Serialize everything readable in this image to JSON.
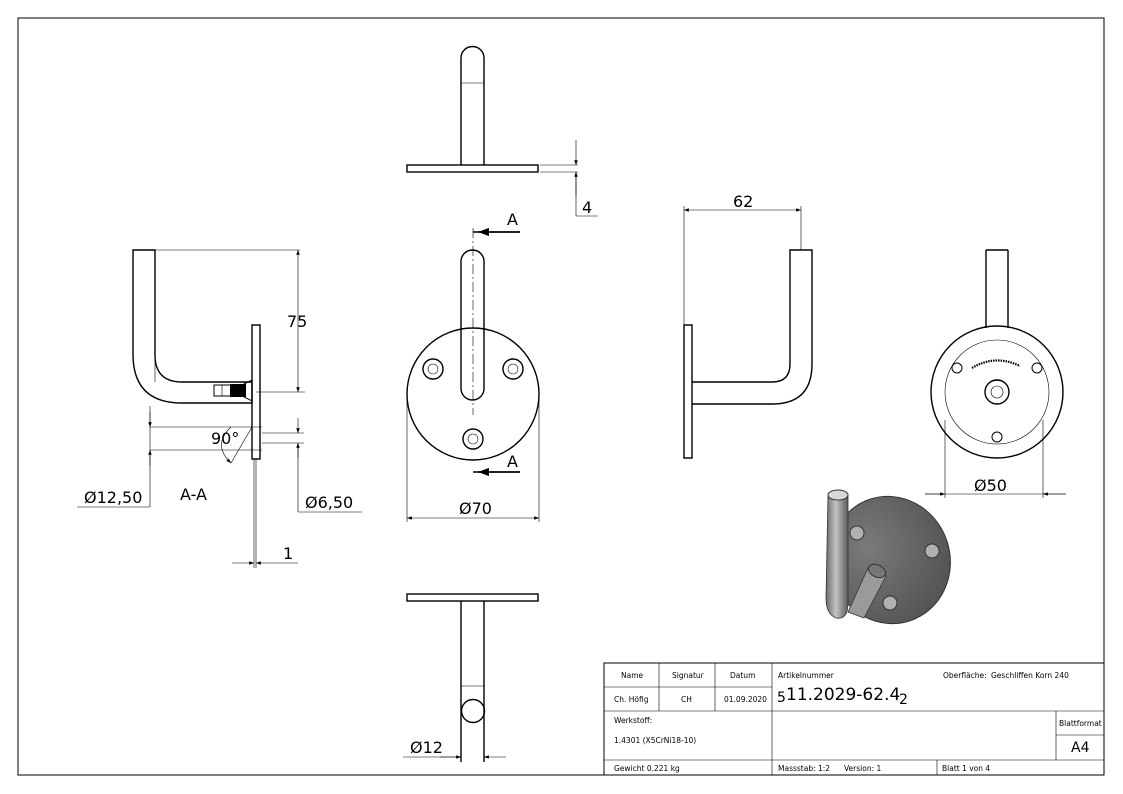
{
  "dimensions": {
    "plate_thickness": "4",
    "height_75": "75",
    "angle_90": "90°",
    "dia_12_50": "Ø12,50",
    "section_label": "A-A",
    "dia_6_50": "Ø6,50",
    "thickness_1": "1",
    "section_mark_top": "A",
    "section_mark_bottom": "A",
    "dia_70": "Ø70",
    "length_62": "62",
    "dia_50": "Ø50",
    "dia_12": "Ø12"
  },
  "title_block": {
    "name_header": "Name",
    "signatur_header": "Signatur",
    "datum_header": "Datum",
    "name_value": "Ch. Höfig",
    "signatur_value": "CH",
    "datum_value": "01.09.2020",
    "artikel_label": "Artikelnummer",
    "artikel_value": "11.2029-62.4",
    "artikel_prefix": "5",
    "artikel_suffix": "2",
    "oberflaeche_label": "Oberfläche:",
    "oberflaeche_value": "Geschliffen Korn 240",
    "werkstoff_label": "Werkstoff:",
    "werkstoff_value": "1.4301 (X5CrNi18-10)",
    "blattformat_label": "Blattformat",
    "blattformat_value": "A4",
    "gewicht": "Gewicht 0.221 kg",
    "massstab": "Massstab: 1:2",
    "version": "Version: 1",
    "blatt": "Blatt 1 von 4"
  },
  "colors": {
    "line": "#000000",
    "render_dark": "#5f5f5f",
    "render_mid": "#8a8a8a",
    "render_light": "#b8b8b8"
  }
}
